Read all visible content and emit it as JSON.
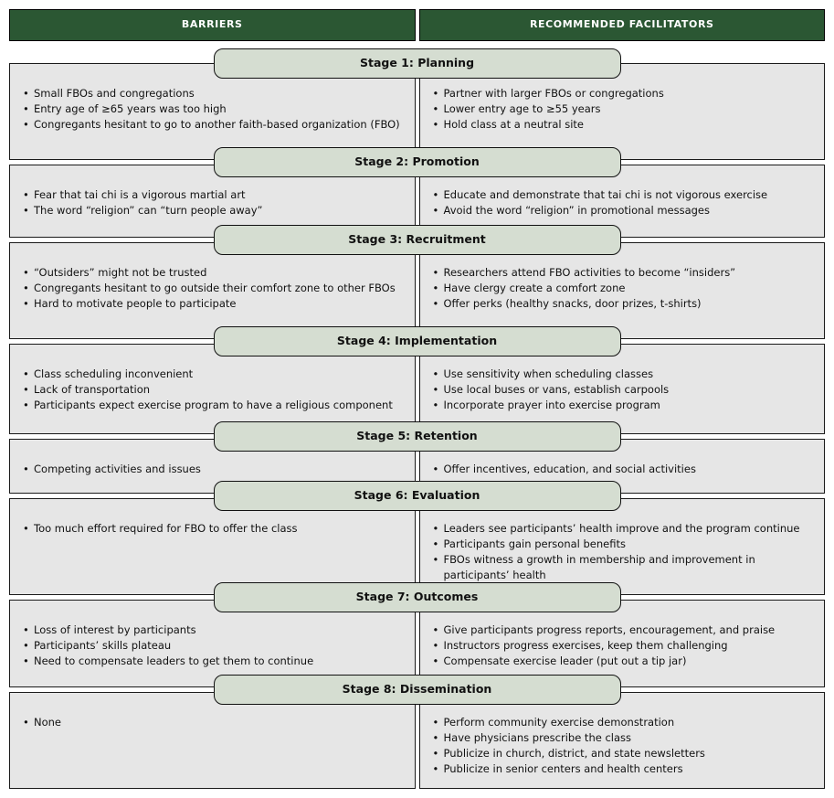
{
  "header": {
    "left": "BARRIERS",
    "right": "RECOMMENDED FACILITATORS"
  },
  "colors": {
    "header_bg": "#2b5733",
    "header_text": "#ffffff",
    "banner_bg": "#d5ddd1",
    "panel_bg": "#e6e6e6",
    "border": "#1a1a1a"
  },
  "stages": [
    {
      "title": "Stage 1: Planning",
      "barriers": [
        "Small FBOs and congregations",
        "Entry age of ≥65 years was too high",
        "Congregants hesitant to go to another faith-based organization (FBO)"
      ],
      "facilitators": [
        "Partner with larger FBOs or congregations",
        "Lower entry age to ≥55 years",
        "Hold class at a neutral site"
      ]
    },
    {
      "title": "Stage 2: Promotion",
      "barriers": [
        "Fear that tai chi is a vigorous martial art",
        "The word “religion” can “turn people away”"
      ],
      "facilitators": [
        "Educate and demonstrate that tai chi is not vigorous exercise",
        "Avoid the word “religion” in promotional messages"
      ]
    },
    {
      "title": "Stage 3: Recruitment",
      "barriers": [
        "“Outsiders” might not be trusted",
        "Congregants hesitant to go outside their comfort zone to other FBOs",
        "Hard to motivate people to participate"
      ],
      "facilitators": [
        "Researchers attend FBO activities to become “insiders”",
        "Have clergy create a comfort zone",
        "Offer perks (healthy snacks, door prizes, t-shirts)"
      ]
    },
    {
      "title": "Stage 4: Implementation",
      "barriers": [
        "Class scheduling inconvenient",
        "Lack of transportation",
        "Participants expect exercise program to have a religious component"
      ],
      "facilitators": [
        "Use sensitivity when scheduling classes",
        "Use local buses or vans, establish carpools",
        "Incorporate prayer into exercise program"
      ]
    },
    {
      "title": "Stage 5: Retention",
      "barriers": [
        "Competing activities and issues"
      ],
      "facilitators": [
        "Offer incentives, education, and social activities"
      ]
    },
    {
      "title": "Stage 6: Evaluation",
      "barriers": [
        "Too much effort required for FBO to offer the class"
      ],
      "facilitators": [
        "Leaders see participants’ health improve and the program continue",
        "Participants gain personal benefits",
        "FBOs witness a growth in membership and improvement in participants’ health"
      ]
    },
    {
      "title": "Stage 7: Outcomes",
      "barriers": [
        "Loss of interest by participants",
        "Participants’ skills plateau",
        "Need to compensate leaders to get them to continue"
      ],
      "facilitators": [
        "Give participants progress reports, encouragement, and praise",
        "Instructors progress exercises, keep them challenging",
        "Compensate exercise leader (put out a tip jar)"
      ]
    },
    {
      "title": "Stage 8: Dissemination",
      "barriers": [
        "None"
      ],
      "facilitators": [
        "Perform community exercise demonstration",
        "Have physicians prescribe the class",
        "Publicize in church, district, and state newsletters",
        "Publicize in senior centers and health centers"
      ]
    }
  ]
}
